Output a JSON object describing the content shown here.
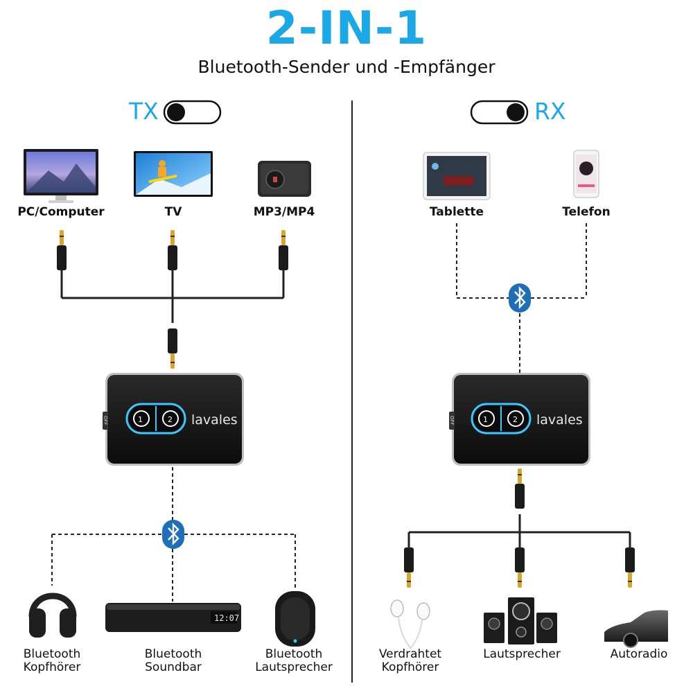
{
  "header": {
    "title": "2-IN-1",
    "subtitle": "Bluetooth-Sender und -Empfänger"
  },
  "tx": {
    "mode_label": "TX",
    "sources": [
      "PC/Computer",
      "TV",
      "MP3/MP4"
    ],
    "outputs": [
      {
        "line1": "Bluetooth",
        "line2": "Kopfhörer"
      },
      {
        "line1": "Bluetooth",
        "line2": "Soundbar"
      },
      {
        "line1": "Bluetooth",
        "line2": "Lautsprecher"
      }
    ],
    "device": {
      "brand": "lavales",
      "button1": "1",
      "button2": "2",
      "switch_text": "OFF"
    },
    "soundbar_clock": "12:07"
  },
  "rx": {
    "mode_label": "RX",
    "sources": [
      "Tablette",
      "Telefon"
    ],
    "outputs": [
      {
        "line1": "Verdrahtet",
        "line2": "Kopfhörer"
      },
      {
        "line1": "Lautsprecher",
        "line2": ""
      },
      {
        "line1": "Autoradio",
        "line2": ""
      }
    ],
    "device": {
      "brand": "lavales",
      "button1": "1",
      "button2": "2",
      "switch_text": "OFF"
    }
  },
  "colors": {
    "accent_blue": "#1ba8e6",
    "bluetooth_badge": "#1f6fb8",
    "device_body": "#141414",
    "led_glow": "#39c8ff"
  },
  "icons": [
    "bluetooth-icon",
    "headphone-icon",
    "aux-plug-icon"
  ]
}
